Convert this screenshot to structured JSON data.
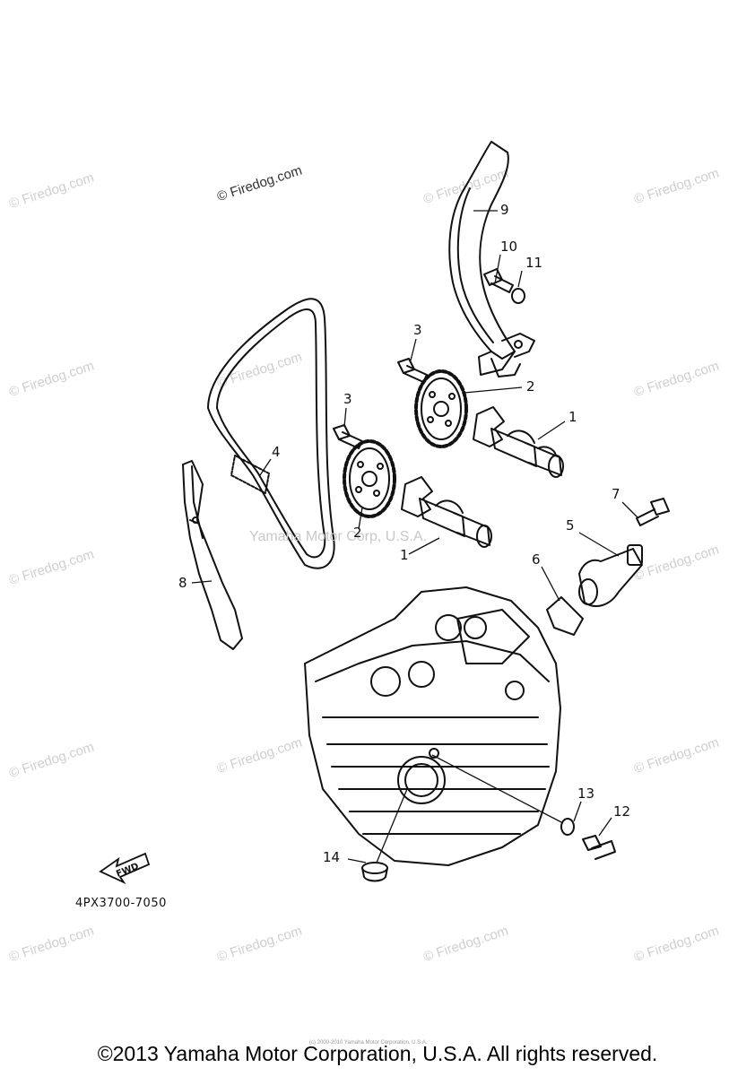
{
  "watermark": {
    "text": "© Firedog.com",
    "primary": "© Firedog.com"
  },
  "center_watermark": "Yamaha Motor Corp, U.S.A.",
  "callouts": {
    "c1a": "1",
    "c1b": "1",
    "c2a": "2",
    "c2b": "2",
    "c3a": "3",
    "c3b": "3",
    "c4": "4",
    "c5": "5",
    "c6": "6",
    "c7": "7",
    "c8": "8",
    "c9": "9",
    "c10": "10",
    "c11": "11",
    "c12": "12",
    "c13": "13",
    "c14": "14"
  },
  "fwd_label": "FWD",
  "ref_code": "4PX3700-7050",
  "small_copyright": "(c) 2000-2010 Yamaha Motor Corporation, U.S.A.",
  "footer": "©2013 Yamaha Motor Corporation, U.S.A. All rights reserved.",
  "colors": {
    "line": "#111111",
    "watermark": "#cfcfcf"
  }
}
